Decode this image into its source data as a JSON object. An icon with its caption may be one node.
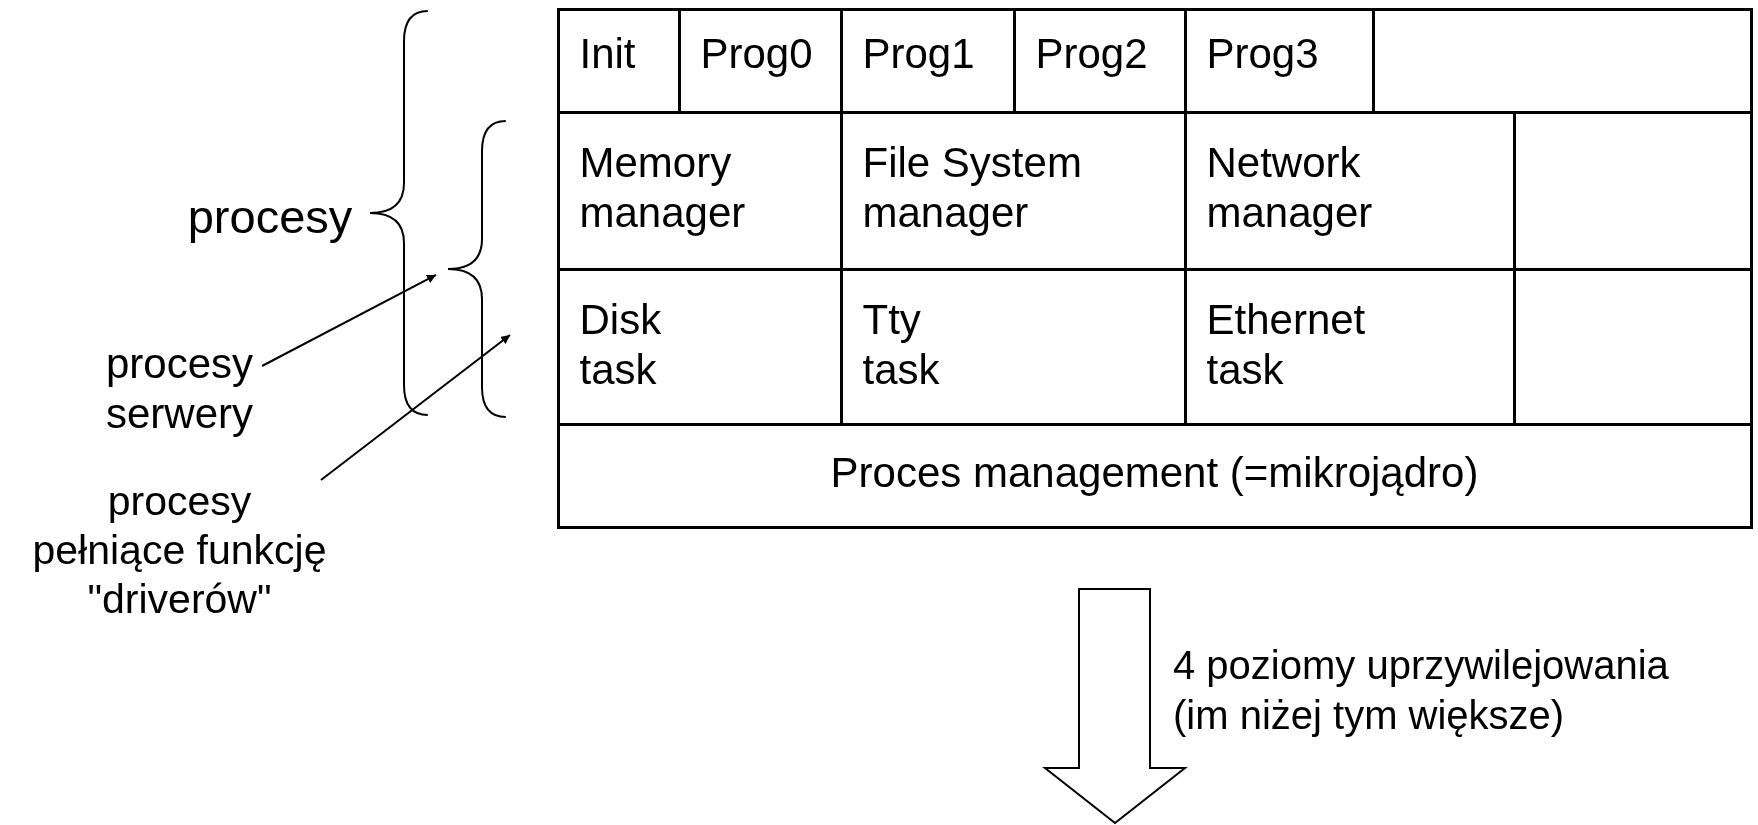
{
  "diagram": {
    "nodes": [
      {
        "text": [
          "Init"
        ]
      },
      {
        "text": [
          "Prog0"
        ]
      },
      {
        "text": [
          "Prog1"
        ]
      },
      {
        "text": [
          "Prog2"
        ]
      },
      {
        "text": [
          "Prog3"
        ]
      },
      {
        "text": [],
        "shape": "box"
      },
      {
        "text": [
          "Memory manager"
        ]
      },
      {
        "text": [
          "File System manager"
        ]
      },
      {
        "text": [
          "Network manager"
        ]
      },
      {
        "text": [],
        "shape": "box"
      },
      {
        "text": [
          "Disk task"
        ]
      },
      {
        "text": [
          "Tty task"
        ]
      },
      {
        "text": [
          "Ethernet task"
        ]
      },
      {
        "text": [],
        "shape": "box"
      },
      {
        "text": [
          "Proces management (=mikrojądro)"
        ]
      },
      {
        "text": [
          "procesy serwery"
        ]
      },
      {
        "text": [
          "procesy pełniące funkcję \"driverów\""
        ]
      },
      {
        "text": [],
        "shape": "brace"
      },
      {
        "text": [],
        "shape": "brace"
      }
    ],
    "edges": [
      {
        "from": 15,
        "to": 18,
        "arrow": "to"
      },
      {
        "from": 16,
        "to": 18,
        "arrow": "to"
      }
    ],
    "labels": [
      "procesy",
      "4 poziomy uprzywilejowania (im niżej tym większe)"
    ]
  }
}
